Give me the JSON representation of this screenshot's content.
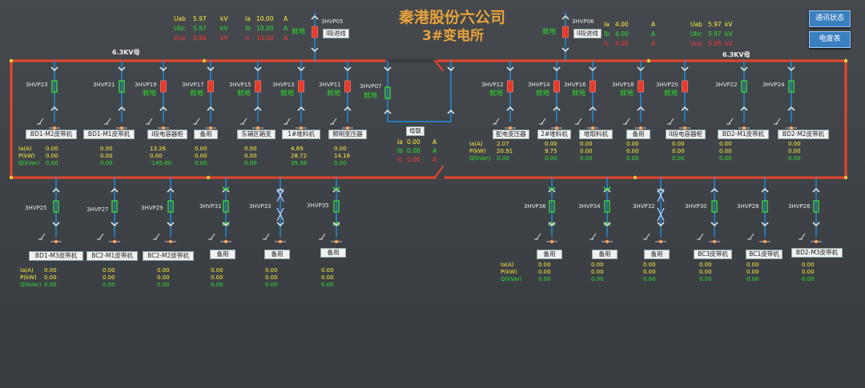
{
  "header": {
    "company": "秦港股份六公司",
    "substation": "3#变电所"
  },
  "buttons": {
    "comm_status": "通讯状态",
    "energy_table": "电度表"
  },
  "bus_label": "6.3KV母",
  "status_local": "就地",
  "meas_labels": [
    "Ia(A)",
    "P(kW)",
    "Q(kVar)"
  ],
  "incoming": [
    {
      "id": "3HVP05",
      "label": "I段进线",
      "labels": [
        "Uab",
        "Ubc",
        "Uca",
        "Ia",
        "Ib",
        "Ic"
      ],
      "values": [
        "5.97",
        "5.97",
        "5.96",
        "10.00",
        "10.00",
        "10.00"
      ],
      "units": [
        "kV",
        "kV",
        "kV",
        "A",
        "A",
        "A"
      ]
    },
    {
      "id": "3HVP06",
      "label": "II段进线",
      "labels": [
        "Ia",
        "Ib",
        "Ic",
        "Uab",
        "Ubc",
        "Uca"
      ],
      "values": [
        "4.00",
        "4.00",
        "4.00",
        "5.97",
        "5.97",
        "5.95"
      ],
      "units": [
        "A",
        "A",
        "A",
        "kV",
        "kV",
        "kV"
      ]
    }
  ],
  "tie": {
    "id": "3HVP07",
    "label": "母联",
    "labels": [
      "Ia",
      "Ib",
      "Ic"
    ],
    "values": [
      "0.00",
      "0.00",
      "0.00"
    ],
    "unit": "A"
  },
  "feeders_upper_left": [
    {
      "id": "3HVP23",
      "label": "BD1-M2皮带机",
      "local": false,
      "meas": [
        "0.00",
        "0.00",
        "0.00"
      ]
    },
    {
      "id": "3HVP21",
      "label": "BD1-M1皮带机",
      "local": false,
      "meas": [
        "0.00",
        "0.00",
        "0.00"
      ]
    },
    {
      "id": "3HVP19",
      "label": "I段电容器柜",
      "local": true,
      "meas": [
        "13.26",
        "0.00",
        "-145.80"
      ]
    },
    {
      "id": "3HVP17",
      "label": "备用",
      "local": true,
      "meas": [
        "0.00",
        "0.00",
        "0.00"
      ]
    },
    {
      "id": "3HVP15",
      "label": "东辅区箱变",
      "local": true,
      "meas": [
        "0.00",
        "0.00",
        "0.00"
      ]
    },
    {
      "id": "3HVP13",
      "label": "1#堆料机",
      "local": true,
      "meas": [
        "4.89",
        "28.72",
        "39.38"
      ]
    },
    {
      "id": "3HVP11",
      "label": "照明变压器",
      "local": true,
      "meas": [
        "0.00",
        "14.16",
        "0.00"
      ]
    }
  ],
  "feeders_upper_right": [
    {
      "id": "3HVP12",
      "label": "配电变压器",
      "local": true,
      "meas": [
        "2.07",
        "20.91",
        "0.00"
      ]
    },
    {
      "id": "3HVP14",
      "label": "2#堆料机",
      "local": true,
      "meas": [
        "0.00",
        "9.75",
        "0.00"
      ]
    },
    {
      "id": "3HVP16",
      "label": "堆取料机",
      "local": true,
      "meas": [
        "0.00",
        "0.00",
        "0.00"
      ]
    },
    {
      "id": "3HVP18",
      "label": "备用",
      "local": true,
      "meas": [
        "0.00",
        "0.00",
        "0.00"
      ]
    },
    {
      "id": "3HVP20",
      "label": "II段电容器柜",
      "local": true,
      "meas": [
        "0.00",
        "0.00",
        "0.00"
      ]
    },
    {
      "id": "3HVP22",
      "label": "BD2-M1皮带机",
      "local": false,
      "meas": [
        "0.00",
        "0.00",
        "0.00"
      ]
    },
    {
      "id": "3HVP24",
      "label": "BD2-M2皮带机",
      "local": false,
      "meas": [
        "0.00",
        "0.00",
        "0.00"
      ]
    }
  ],
  "feeders_lower_left": [
    {
      "id": "3HVP25",
      "label": "BD1-M3皮带机",
      "meas": [
        "0.00",
        "0.00",
        "0.00"
      ]
    },
    {
      "id": "3HVP27",
      "label": "BC2-M1皮带机",
      "meas": [
        "0.00",
        "0.00",
        "0.00"
      ]
    },
    {
      "id": "3HVP29",
      "label": "BC2-M2皮带机",
      "meas": [
        "0.00",
        "0.00",
        "0.00"
      ]
    },
    {
      "id": "3HVP31",
      "label": "备用",
      "meas": [
        "0.00",
        "0.00",
        "0.00"
      ]
    },
    {
      "id": "3HVP33",
      "label": "备用",
      "meas": [
        "0.00",
        "0.00",
        "0.00"
      ]
    },
    {
      "id": "3HVP35",
      "label": "备用",
      "meas": [
        "0.00",
        "0.00",
        "0.00"
      ]
    }
  ],
  "feeders_lower_right": [
    {
      "id": "3HVP36",
      "label": "备用",
      "meas": [
        "0.00",
        "0.00",
        "0.00"
      ]
    },
    {
      "id": "3HVP34",
      "label": "备用",
      "meas": [
        "0.00",
        "0.00",
        "0.00"
      ]
    },
    {
      "id": "3HVP32",
      "label": "备用",
      "meas": [
        "0.00",
        "0.00",
        "0.00"
      ]
    },
    {
      "id": "3HVP30",
      "label": "BC3皮带机",
      "meas": [
        "0.00",
        "0.00",
        "0.00"
      ]
    },
    {
      "id": "3HVP28",
      "label": "BC1皮带机",
      "meas": [
        "0.00",
        "0.00",
        "0.00"
      ]
    },
    {
      "id": "3HVP26",
      "label": "BD2-M3皮带机",
      "meas": [
        "0.00",
        "0.00",
        "0.00"
      ]
    }
  ],
  "colors": {
    "bus": "#e8452c",
    "energized": "#1f8fe0",
    "open": "#3ad83a",
    "closed": "#e83a2a",
    "value": "#ffee3a",
    "q_value": "#2fe02f",
    "label_text": "#e6e6e6"
  }
}
